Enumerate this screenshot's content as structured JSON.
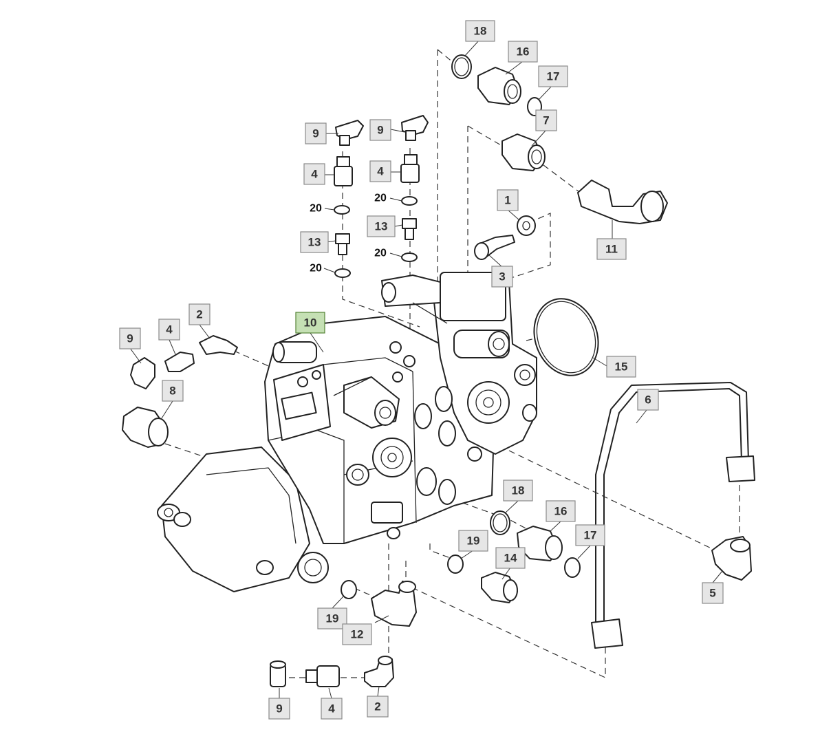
{
  "diagram": {
    "callouts": [
      {
        "id": "c18a",
        "label": "18",
        "highlight": false
      },
      {
        "id": "c16a",
        "label": "16",
        "highlight": false
      },
      {
        "id": "c17a",
        "label": "17",
        "highlight": false
      },
      {
        "id": "c7",
        "label": "7",
        "highlight": false
      },
      {
        "id": "c9a",
        "label": "9",
        "highlight": false
      },
      {
        "id": "c9b",
        "label": "9",
        "highlight": false
      },
      {
        "id": "c4a",
        "label": "4",
        "highlight": false
      },
      {
        "id": "c4b",
        "label": "4",
        "highlight": false
      },
      {
        "id": "c13a",
        "label": "13",
        "highlight": false
      },
      {
        "id": "c13b",
        "label": "13",
        "highlight": false
      },
      {
        "id": "c1",
        "label": "1",
        "highlight": false
      },
      {
        "id": "c3",
        "label": "3",
        "highlight": false
      },
      {
        "id": "c11",
        "label": "11",
        "highlight": false
      },
      {
        "id": "c10",
        "label": "10",
        "highlight": true
      },
      {
        "id": "c2a",
        "label": "2",
        "highlight": false
      },
      {
        "id": "c4c",
        "label": "4",
        "highlight": false
      },
      {
        "id": "c9c",
        "label": "9",
        "highlight": false
      },
      {
        "id": "c8",
        "label": "8",
        "highlight": false
      },
      {
        "id": "c15",
        "label": "15",
        "highlight": false
      },
      {
        "id": "c6",
        "label": "6",
        "highlight": false
      },
      {
        "id": "c18b",
        "label": "18",
        "highlight": false
      },
      {
        "id": "c16b",
        "label": "16",
        "highlight": false
      },
      {
        "id": "c17b",
        "label": "17",
        "highlight": false
      },
      {
        "id": "c19a",
        "label": "19",
        "highlight": false
      },
      {
        "id": "c14",
        "label": "14",
        "highlight": false
      },
      {
        "id": "c5",
        "label": "5",
        "highlight": false
      },
      {
        "id": "c19b",
        "label": "19",
        "highlight": false
      },
      {
        "id": "c12",
        "label": "12",
        "highlight": false
      },
      {
        "id": "c9d",
        "label": "9",
        "highlight": false
      },
      {
        "id": "c4d",
        "label": "4",
        "highlight": false
      },
      {
        "id": "c2b",
        "label": "2",
        "highlight": false
      }
    ],
    "plain_labels": [
      {
        "id": "p20a",
        "label": "20"
      },
      {
        "id": "p20b",
        "label": "20"
      },
      {
        "id": "p20c",
        "label": "20"
      },
      {
        "id": "p20d",
        "label": "20"
      }
    ]
  }
}
